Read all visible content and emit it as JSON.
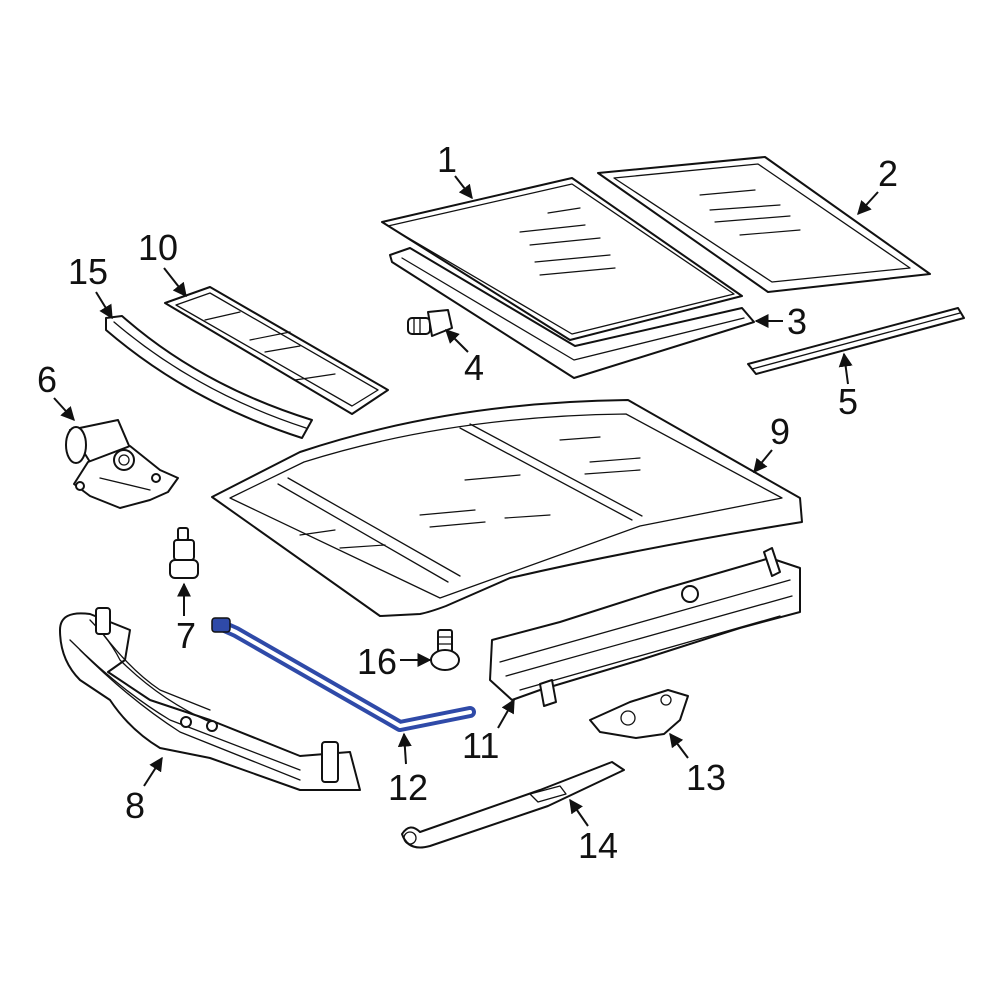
{
  "accent_color": "#2f4aa8",
  "callouts": {
    "c1": "1",
    "c2": "2",
    "c3": "3",
    "c4": "4",
    "c5": "5",
    "c6": "6",
    "c7": "7",
    "c8": "8",
    "c9": "9",
    "c10": "10",
    "c11": "11",
    "c12": "12",
    "c13": "13",
    "c14": "14",
    "c15": "15",
    "c16": "16"
  },
  "highlighted_part": "12"
}
